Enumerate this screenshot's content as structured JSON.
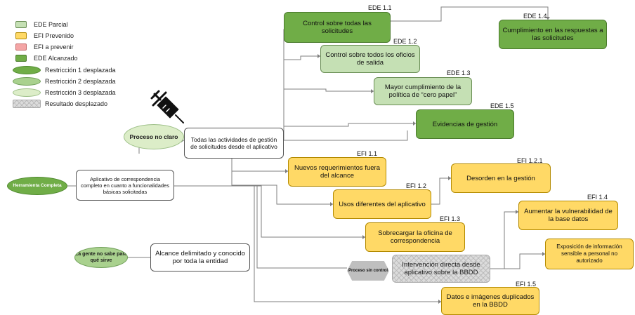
{
  "legend": [
    {
      "label": "EDE Parcial",
      "kind": "box",
      "color": "#c5e0b4"
    },
    {
      "label": "EFI Prevenido",
      "kind": "box",
      "color": "#ffd966"
    },
    {
      "label": "EFI a prevenir",
      "kind": "box",
      "color": "#f4a5a5"
    },
    {
      "label": "EDE Alcanzado",
      "kind": "box",
      "color": "#70ad47"
    },
    {
      "label": "Restricción 1 desplazada",
      "kind": "ellipse",
      "color": "#70ad47"
    },
    {
      "label": "Restricción 2 desplazada",
      "kind": "ellipse",
      "color": "#a9d18e"
    },
    {
      "label": "Restricción 3 desplazada",
      "kind": "ellipse",
      "color": "#dcedc8"
    },
    {
      "label": "Resultado desplazado",
      "kind": "hex",
      "color": "#d0d0d0"
    }
  ],
  "nodes": {
    "ede11": {
      "code": "EDE 1.1",
      "text": "Control sobre todas las solicitudes"
    },
    "ede14": {
      "code": "EDE 1.4",
      "text": "Cumplimiento en las respuestas a las solicitudes"
    },
    "ede12": {
      "code": "EDE 1.2",
      "text": "Control sobre todos los oficios de salida"
    },
    "ede13": {
      "code": "EDE 1.3",
      "text": "Mayor cumplimiento de la política de “cero papel”"
    },
    "ede15": {
      "code": "EDE 1.5",
      "text": "Evidencias de gestión"
    },
    "main": {
      "text": "Todas las actividades de gestión de solicitudes desde el aplicativo"
    },
    "app": {
      "text": "Aplicativo de correspondencia completo en cuanto a funcionalidades básicas solicitadas"
    },
    "alcance": {
      "text": "Alcance delimitado y conocido por toda la entidad"
    },
    "efi11": {
      "code": "EFI 1.1",
      "text": "Nuevos requerimientos fuera del alcance"
    },
    "efi121": {
      "code": "EFI 1.2.1",
      "text": "Desorden en la gestión"
    },
    "efi12": {
      "code": "EFI 1.2",
      "text": "Usos diferentes del aplicativo"
    },
    "efi14": {
      "code": "EFI 1.4",
      "text": "Aumentar la vulnerabilidad de la base datos"
    },
    "efi13": {
      "code": "EFI 1.3",
      "text": "Sobrecargar la oficina de correspondencia"
    },
    "expo": {
      "text": "Exposición de información sensible a personal no autorizado"
    },
    "interv": {
      "text": "Intervención directa desde aplicativo sobre la BBDD"
    },
    "efi15": {
      "code": "EFI 1.5",
      "text": "Datos e imágenes duplicados en la BBDD"
    }
  },
  "restrictions": {
    "proceso": "Proceso no claro",
    "herramienta": "Herramienta Completa",
    "gente": "La gente no sabe para qué sirve",
    "sin_control": "Proceso sin control"
  },
  "icons": {
    "syringe": "syringe-icon"
  }
}
